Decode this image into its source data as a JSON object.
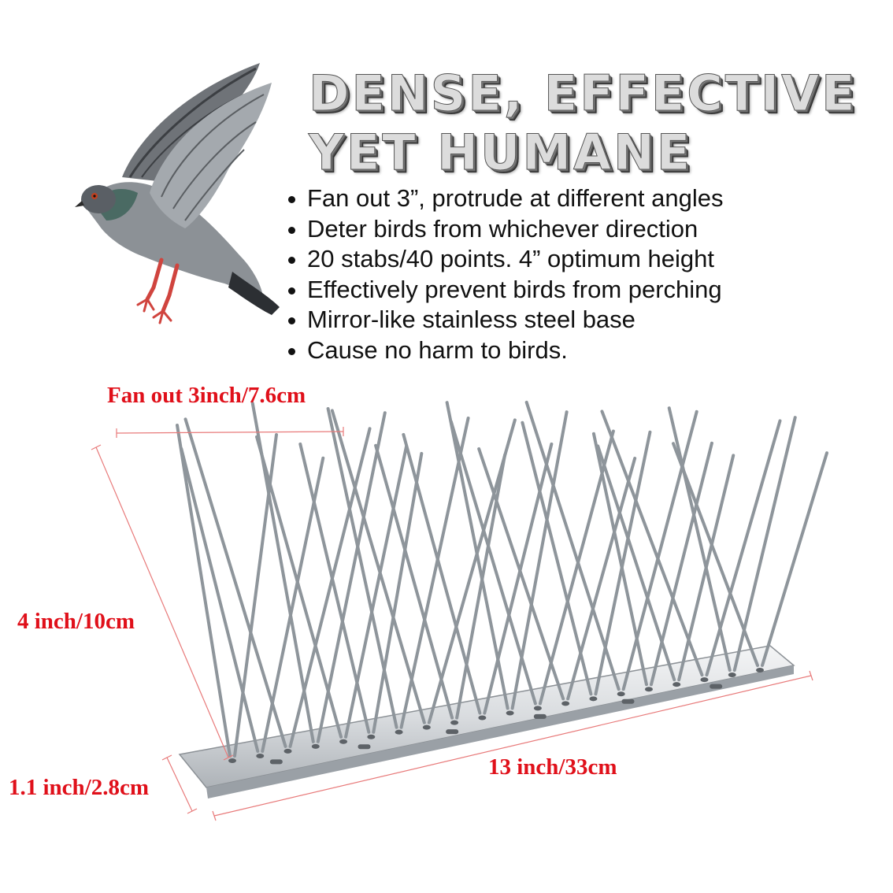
{
  "headline": {
    "line1": "DENSE, EFFECTIVE",
    "line2": "YET HUMANE"
  },
  "features": [
    "Fan out 3”, protrude at different angles",
    "Deter birds from whichever direction",
    "20 stabs/40 points. 4” optimum height",
    "Effectively prevent birds from perching",
    "Mirror-like stainless steel base",
    "Cause no harm to birds."
  ],
  "dimensions": {
    "fan_out": "Fan out 3inch/7.6cm",
    "height": "4 inch/10cm",
    "base_height": "1.1 inch/2.8cm",
    "length": "13 inch/33cm"
  },
  "colors": {
    "dimension_text": "#e0101a",
    "dimension_lines": "#e87a7a",
    "steel": "#8e959b"
  }
}
